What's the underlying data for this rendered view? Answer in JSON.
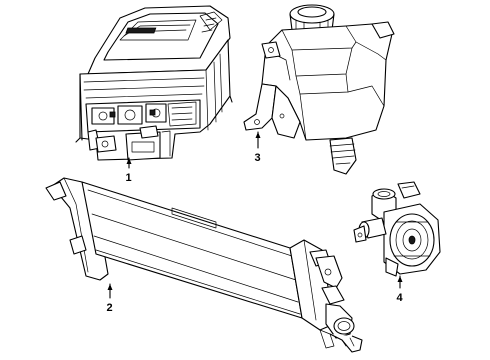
{
  "callouts": {
    "c1": "1",
    "c2": "2",
    "c3": "3",
    "c4": "4"
  },
  "parts": [
    {
      "callout": "1",
      "icon": "power-inverter-module-icon"
    },
    {
      "callout": "2",
      "icon": "radiator-heat-exchanger-icon"
    },
    {
      "callout": "3",
      "icon": "coolant-reservoir-icon"
    },
    {
      "callout": "4",
      "icon": "electric-coolant-pump-icon"
    }
  ]
}
